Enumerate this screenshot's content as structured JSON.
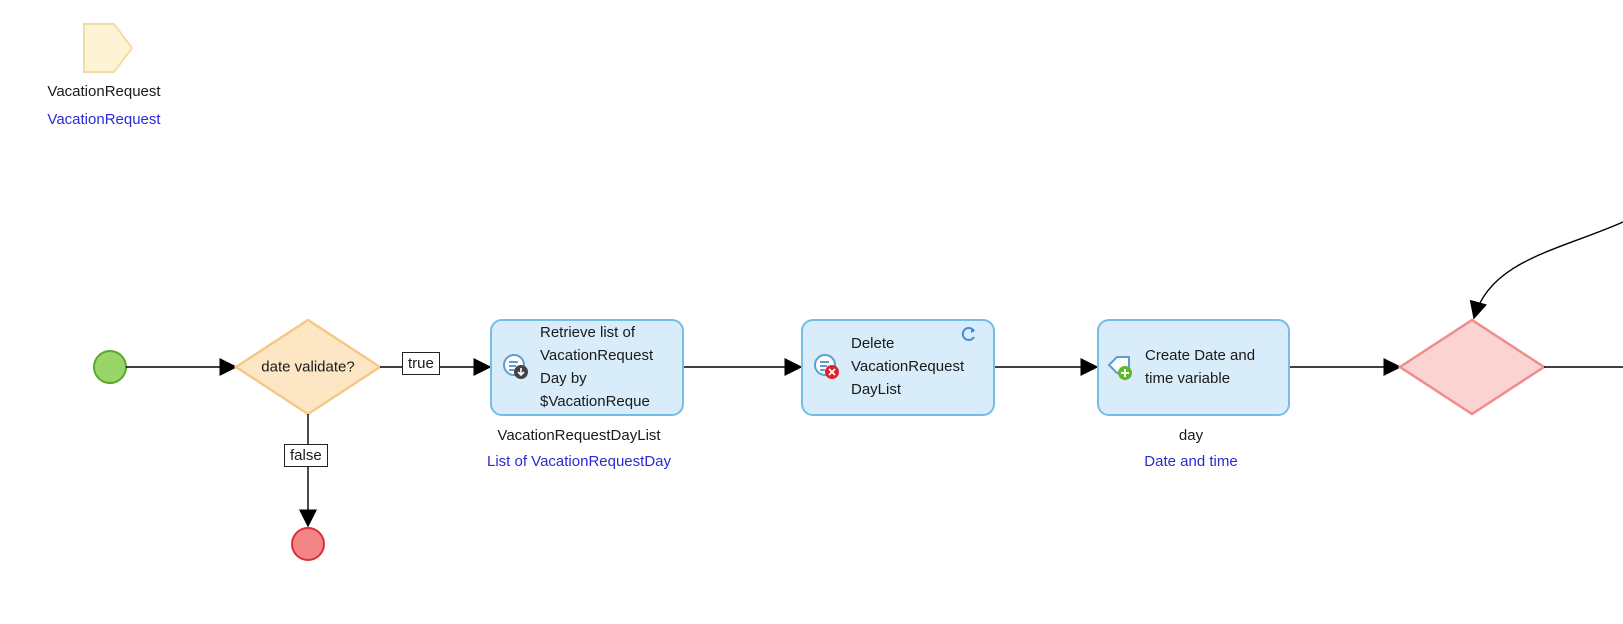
{
  "parameter": {
    "name": "VacationRequest",
    "type": "VacationRequest"
  },
  "decision": {
    "caption": "date validate?",
    "true_label": "true",
    "false_label": "false"
  },
  "activities": [
    {
      "lines": [
        "Retrieve list of",
        "VacationRequest",
        "Day by",
        "$VacationReque"
      ],
      "output_name": "VacationRequestDayList",
      "output_type": "List of VacationRequestDay"
    },
    {
      "lines": [
        "Delete",
        "VacationRequest",
        "DayList"
      ]
    },
    {
      "lines": [
        "Create Date and",
        "time variable"
      ],
      "output_name": "day",
      "output_type": "Date and time"
    }
  ],
  "colors": {
    "activity_fill": "#d8ecfa",
    "activity_border": "#74bde8",
    "decision_fill": "#fde6c4",
    "decision_border": "#f6c887",
    "merge_fill": "#fbd3d3",
    "merge_border": "#f08c8c",
    "start_fill": "#9ad56a",
    "start_border": "#5aa82c",
    "end_fill": "#f48585",
    "end_border": "#d9303a",
    "parameter_fill": "#fdf4d6",
    "parameter_border": "#f2dda0",
    "type_text": "#2b2bd6"
  },
  "icons": {
    "retrieve": "retrieve-object-icon",
    "delete": "delete-object-icon",
    "create": "create-variable-icon",
    "refresh": "refresh-icon"
  }
}
